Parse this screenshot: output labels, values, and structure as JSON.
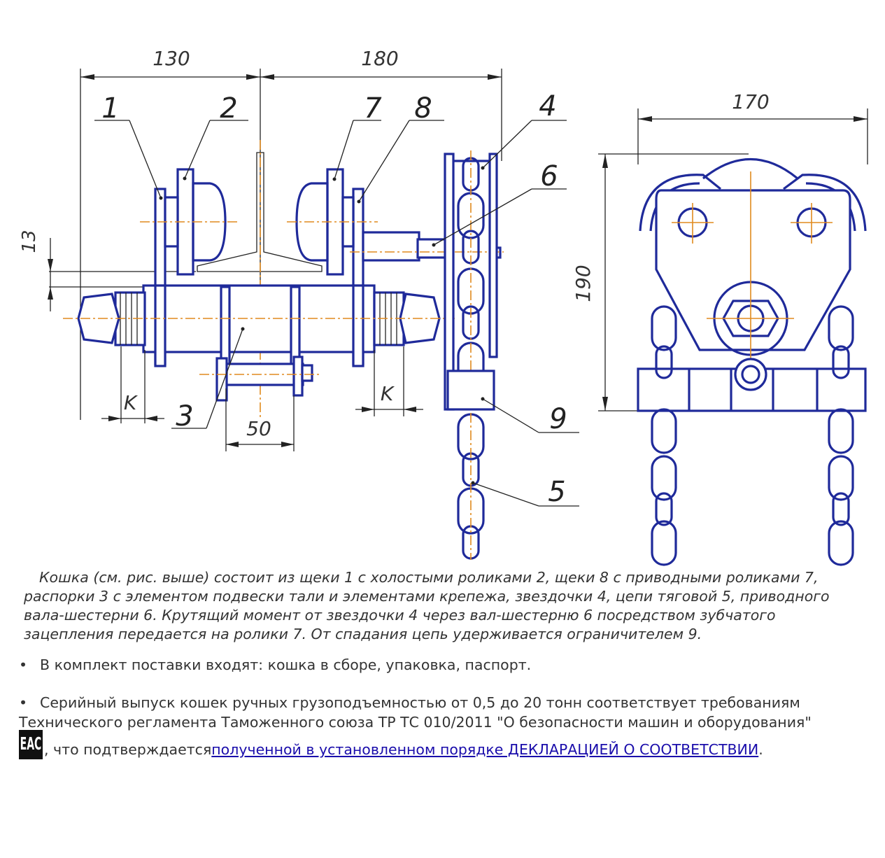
{
  "drawing": {
    "dimensions": {
      "d130": "130",
      "d180": "180",
      "d170": "170",
      "d13": "13",
      "d190": "190",
      "d50": "50",
      "k_left": "K",
      "k_right": "K"
    },
    "callouts": {
      "n1": "1",
      "n2": "2",
      "n3": "3",
      "n4": "4",
      "n5": "5",
      "n6": "6",
      "n7": "7",
      "n8": "8",
      "n9": "9"
    }
  },
  "caption": "Кошка (см. рис. выше) состоит из щеки 1 с холостыми роликами 2, щеки 8 с приводными роликами 7, распорки 3 с элементом подвески тали и элементами крепежа, звездочки 4, цепи тяговой 5, приводного вала-шестерни 6. Крутящий момент от звездочки 4 через вал-шестерню 6 посредством зубчатого зацепления передается на ролики 7. От спадания цепь удерживается ограничителем 9.",
  "bullets": {
    "bullet_char": "•",
    "item1": "В комплект поставки входят: кошка в сборе, упаковка, паспорт.",
    "item2": "Серийный выпуск кошек ручных грузоподъемностью от 0,5 до 20 тонн соответствует требованиям Технического регламента Таможенного союза ТР ТС 010/2011 \"О безопасности машин и оборудования\"",
    "item2_tail_text": ", что подтверждается ",
    "item2_link": "полученной в установленном порядке ДЕКЛАРАЦИЕЙ О СООТВЕТСТВИИ",
    "item2_end": "."
  },
  "logo": {
    "eac_text": "EAC"
  },
  "colors": {
    "drawing_blue": "#1f2a9a",
    "axis_orange": "#e08a1e",
    "link": "#1a0dab"
  }
}
